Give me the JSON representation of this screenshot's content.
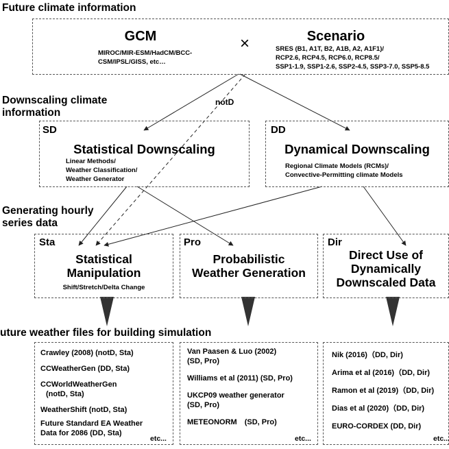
{
  "sections": {
    "future_climate": "Future climate information",
    "downscaling_line1": "Downscaling climate",
    "downscaling_line2": "information",
    "hourly_line1": "Generating hourly",
    "hourly_line2": "series data",
    "weather_files": "uture weather files for building simulation"
  },
  "top": {
    "gcm_title": "GCM",
    "gcm_line1": "MIROC/MIR-ESM/HadCM/BCC-",
    "gcm_line2": "CSM/IPSL/GISS, etc…",
    "times": "×",
    "scenario_title": "Scenario",
    "scenario_line1": "SRES (B1, A1T, B2, A1B, A2, A1F1)/",
    "scenario_line2": "RCP2.6, RCP4.5, RCP6.0, RCP8.5/",
    "scenario_line3": "SSP1-1.9, SSP1-2.6, SSP2-4.5, SSP3-7.0, SSP5-8.5"
  },
  "notd_label": "notD",
  "sd": {
    "tag": "SD",
    "title": "Statistical Downscaling",
    "line1": "Linear Methods/",
    "line2": "Weather Classification/",
    "line3": "Weather Generator"
  },
  "dd": {
    "tag": "DD",
    "title": "Dynamical Downscaling",
    "line1": "Regional Climate Models (RCMs)/",
    "line2": "Convective-Permitting climate Models"
  },
  "sta": {
    "tag": "Sta",
    "title_line1": "Statistical",
    "title_line2": "Manipulation",
    "sub": "Shift/Stretch/Delta Change"
  },
  "pro": {
    "tag": "Pro",
    "title_line1": "Probabilistic",
    "title_line2": "Weather Generation"
  },
  "dir": {
    "tag": "Dir",
    "title_line1": "Direct Use of",
    "title_line2": "Dynamically",
    "title_line3": "Downscaled Data"
  },
  "lists": {
    "sta_items": [
      "Crawley (2008) (notD, Sta)",
      "CCWeatherGen (DD, Sta)",
      "CCWorldWeatherGen",
      "(notD, Sta)",
      "WeatherShift (notD, Sta)",
      "Future Standard EA Weather",
      "Data for 2086 (DD, Sta)"
    ],
    "pro_items": [
      "Van Paasen & Luo (2002)",
      "(SD, Pro)",
      "Williams et al (2011) (SD, Pro)",
      "UKCP09 weather generator",
      "(SD, Pro)",
      "METEONORM　(SD, Pro)"
    ],
    "dir_items": [
      "Nik (2016)（DD, Dir)",
      "Arima et al (2016)（DD, Dir)",
      "Ramon et al (2019)（DD, Dir)",
      "Dias et al (2020)（DD, Dir)",
      "EURO-CORDEX (DD, Dir)"
    ],
    "etc": "etc..."
  }
}
